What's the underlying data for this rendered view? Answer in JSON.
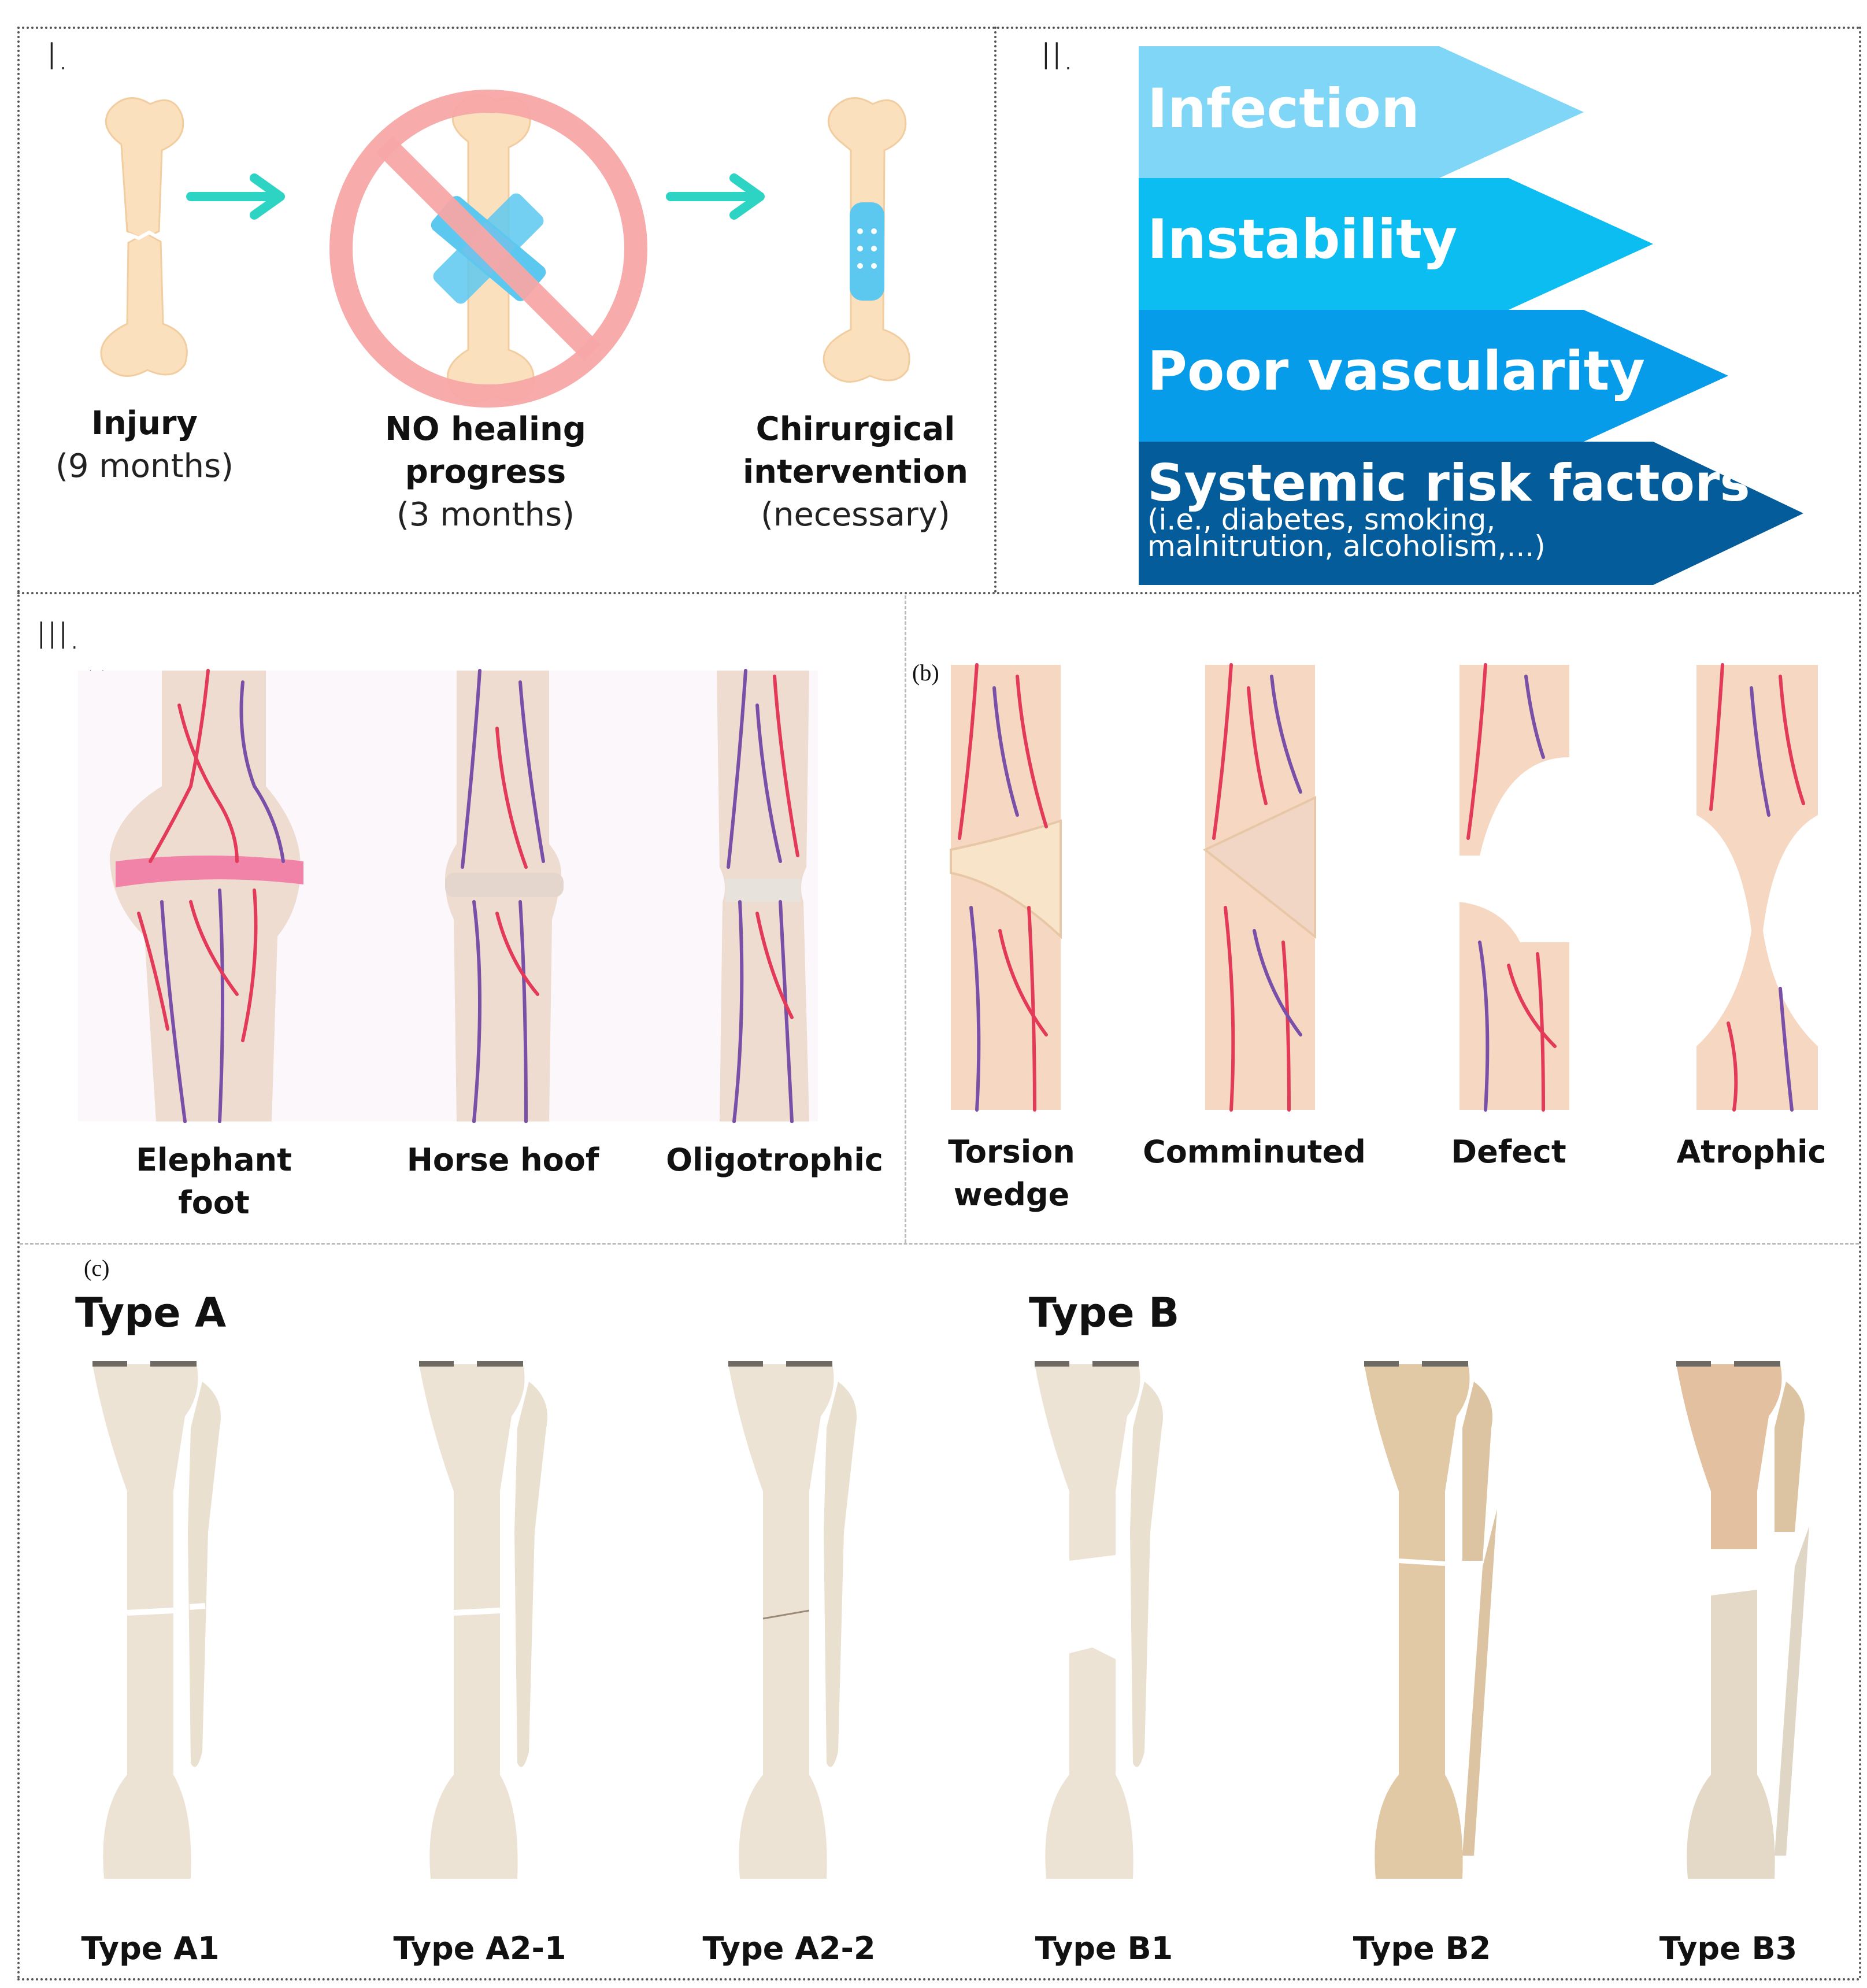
{
  "panel_I": {
    "roman": "I.",
    "arrow_color": "#2dd4c4",
    "steps": [
      {
        "title": "Injury",
        "sub": "(9 months)"
      },
      {
        "title": "NO healing progress",
        "title_l1": "NO healing",
        "title_l2": "progress",
        "sub": "(3 months)"
      },
      {
        "title": "Chirurgical intervention",
        "title_l1": "Chirurgical",
        "title_l2": "intervention",
        "sub": "(necessary)"
      }
    ],
    "colors": {
      "bone": "#fbe0bd",
      "prohibit": "#f7a7a7",
      "bandage": "#5cc8f0"
    }
  },
  "panel_II": {
    "roman": "II.",
    "factors": [
      {
        "label": "Infection",
        "color": "#7fd6f7"
      },
      {
        "label": "Instability",
        "color": "#0cbdf1"
      },
      {
        "label": "Poor vascularity",
        "color": "#079ce9"
      },
      {
        "label": "Systemic risk factors",
        "detail_l1": "(i.e., diabetes, smoking,",
        "detail_l2": "malnitrution, alcoholism,...)",
        "color": "#055c9a"
      }
    ]
  },
  "panel_III": {
    "roman": "III.",
    "a": {
      "tag": "(a)",
      "types": [
        {
          "l1": "Elephant",
          "l2": "foot"
        },
        {
          "l1": "Horse hoof",
          "l2": ""
        },
        {
          "l1": "Oligotrophic",
          "l2": ""
        }
      ]
    },
    "b": {
      "tag": "(b)",
      "types": [
        {
          "l1": "Torsion",
          "l2": "wedge"
        },
        {
          "l1": "Comminuted",
          "l2": ""
        },
        {
          "l1": "Defect",
          "l2": ""
        },
        {
          "l1": "Atrophic",
          "l2": ""
        }
      ]
    },
    "c": {
      "tag": "(c)",
      "group_a": "Type A",
      "group_b": "Type B",
      "types": [
        "Type A1",
        "Type A2-1",
        "Type A2-2",
        "Type B1",
        "Type B2",
        "Type B3"
      ]
    },
    "colors": {
      "vessel_red": "#e33a5a",
      "vessel_purple": "#7a4fa8",
      "bone_pale": "#eddccf",
      "tibia": "#ece3d4",
      "tibia_b": "#e2c9a6"
    }
  }
}
